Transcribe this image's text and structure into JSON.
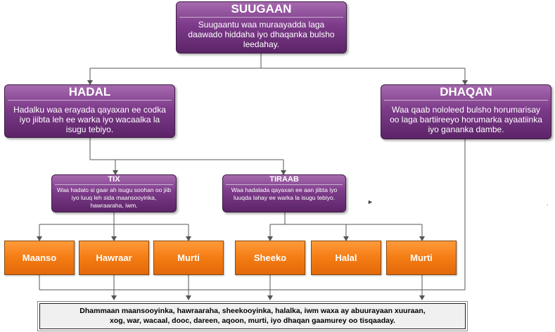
{
  "root": {
    "title": "SUUGAAN",
    "description": "Suugaantu waa muraayadda laga daawado hiddaha iyo dhaqanka bulsho leedahay."
  },
  "hadal": {
    "title": "HADAL",
    "description": "Hadalku waa erayada qayaxan ee codka iyo jiibta leh ee warka iyo wacaalka la isugu tebiyo."
  },
  "dhaqan": {
    "title": "DHAQAN",
    "description": "Waa qaab nololeed bulsho horumarisay oo laga bartiireeyo horumarka ayaatiinka iyo gananka dambe."
  },
  "tix": {
    "title": "TIX",
    "description": "Waa hadalo si gaar ah isugu soohan oo jiib iyo luuq leh sida maansooyinka, hawraaraha, iwm."
  },
  "tiraab": {
    "title": "TIRAAB",
    "description": "Waa hadalada qayaxan ee aan jiibta iyo luuqda lahay ee warka la isugu tebiyo."
  },
  "leaves": [
    "Maanso",
    "Hawraar",
    "Murti",
    "Sheeko",
    "Halal",
    "Murti"
  ],
  "summary": {
    "line1": "Dhammaan maansooyinka, hawraaraha, sheekooyinka, halalka, iwm waxa ay abuurayaan xuuraan,",
    "line2": "xog, war, wacaal, dooc, dareen, aqoon, murti, iyo dhaqan gaamurey oo tisqaaday."
  },
  "colors": {
    "purple": "#7d3b8a",
    "orange": "#f47c14",
    "connector": "#555555"
  }
}
